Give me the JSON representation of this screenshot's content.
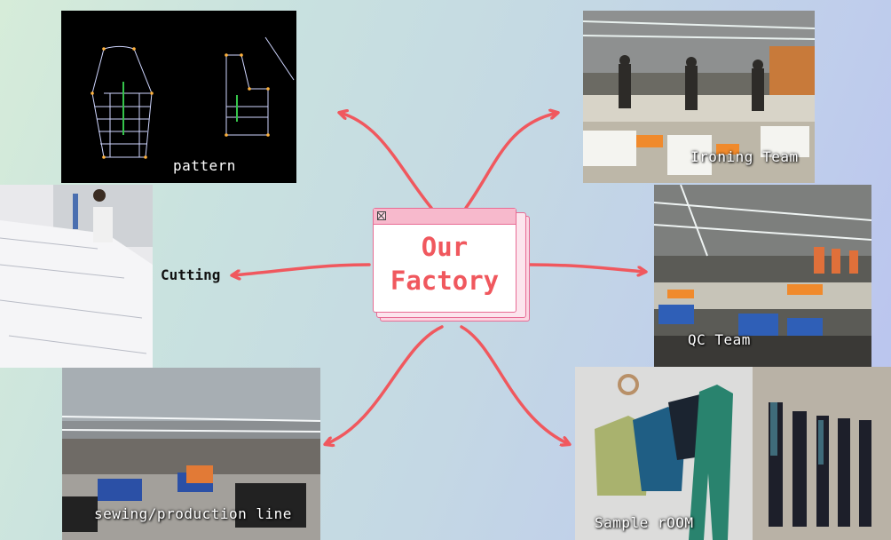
{
  "center": {
    "title_line1": "Our",
    "title_line2": "Factory",
    "icon": "close-window-icon"
  },
  "colors": {
    "arrow": "#f0585e",
    "window_border": "#e86b94",
    "window_bar": "#f7b9cc"
  },
  "nodes": {
    "pattern": {
      "label": "pattern"
    },
    "ironing": {
      "label": "Ironing Team"
    },
    "cutting": {
      "label": "Cutting"
    },
    "qc": {
      "label": "QC Team"
    },
    "sewing": {
      "label": "sewing/production line"
    },
    "sample": {
      "label": "Sample rOOM"
    }
  }
}
